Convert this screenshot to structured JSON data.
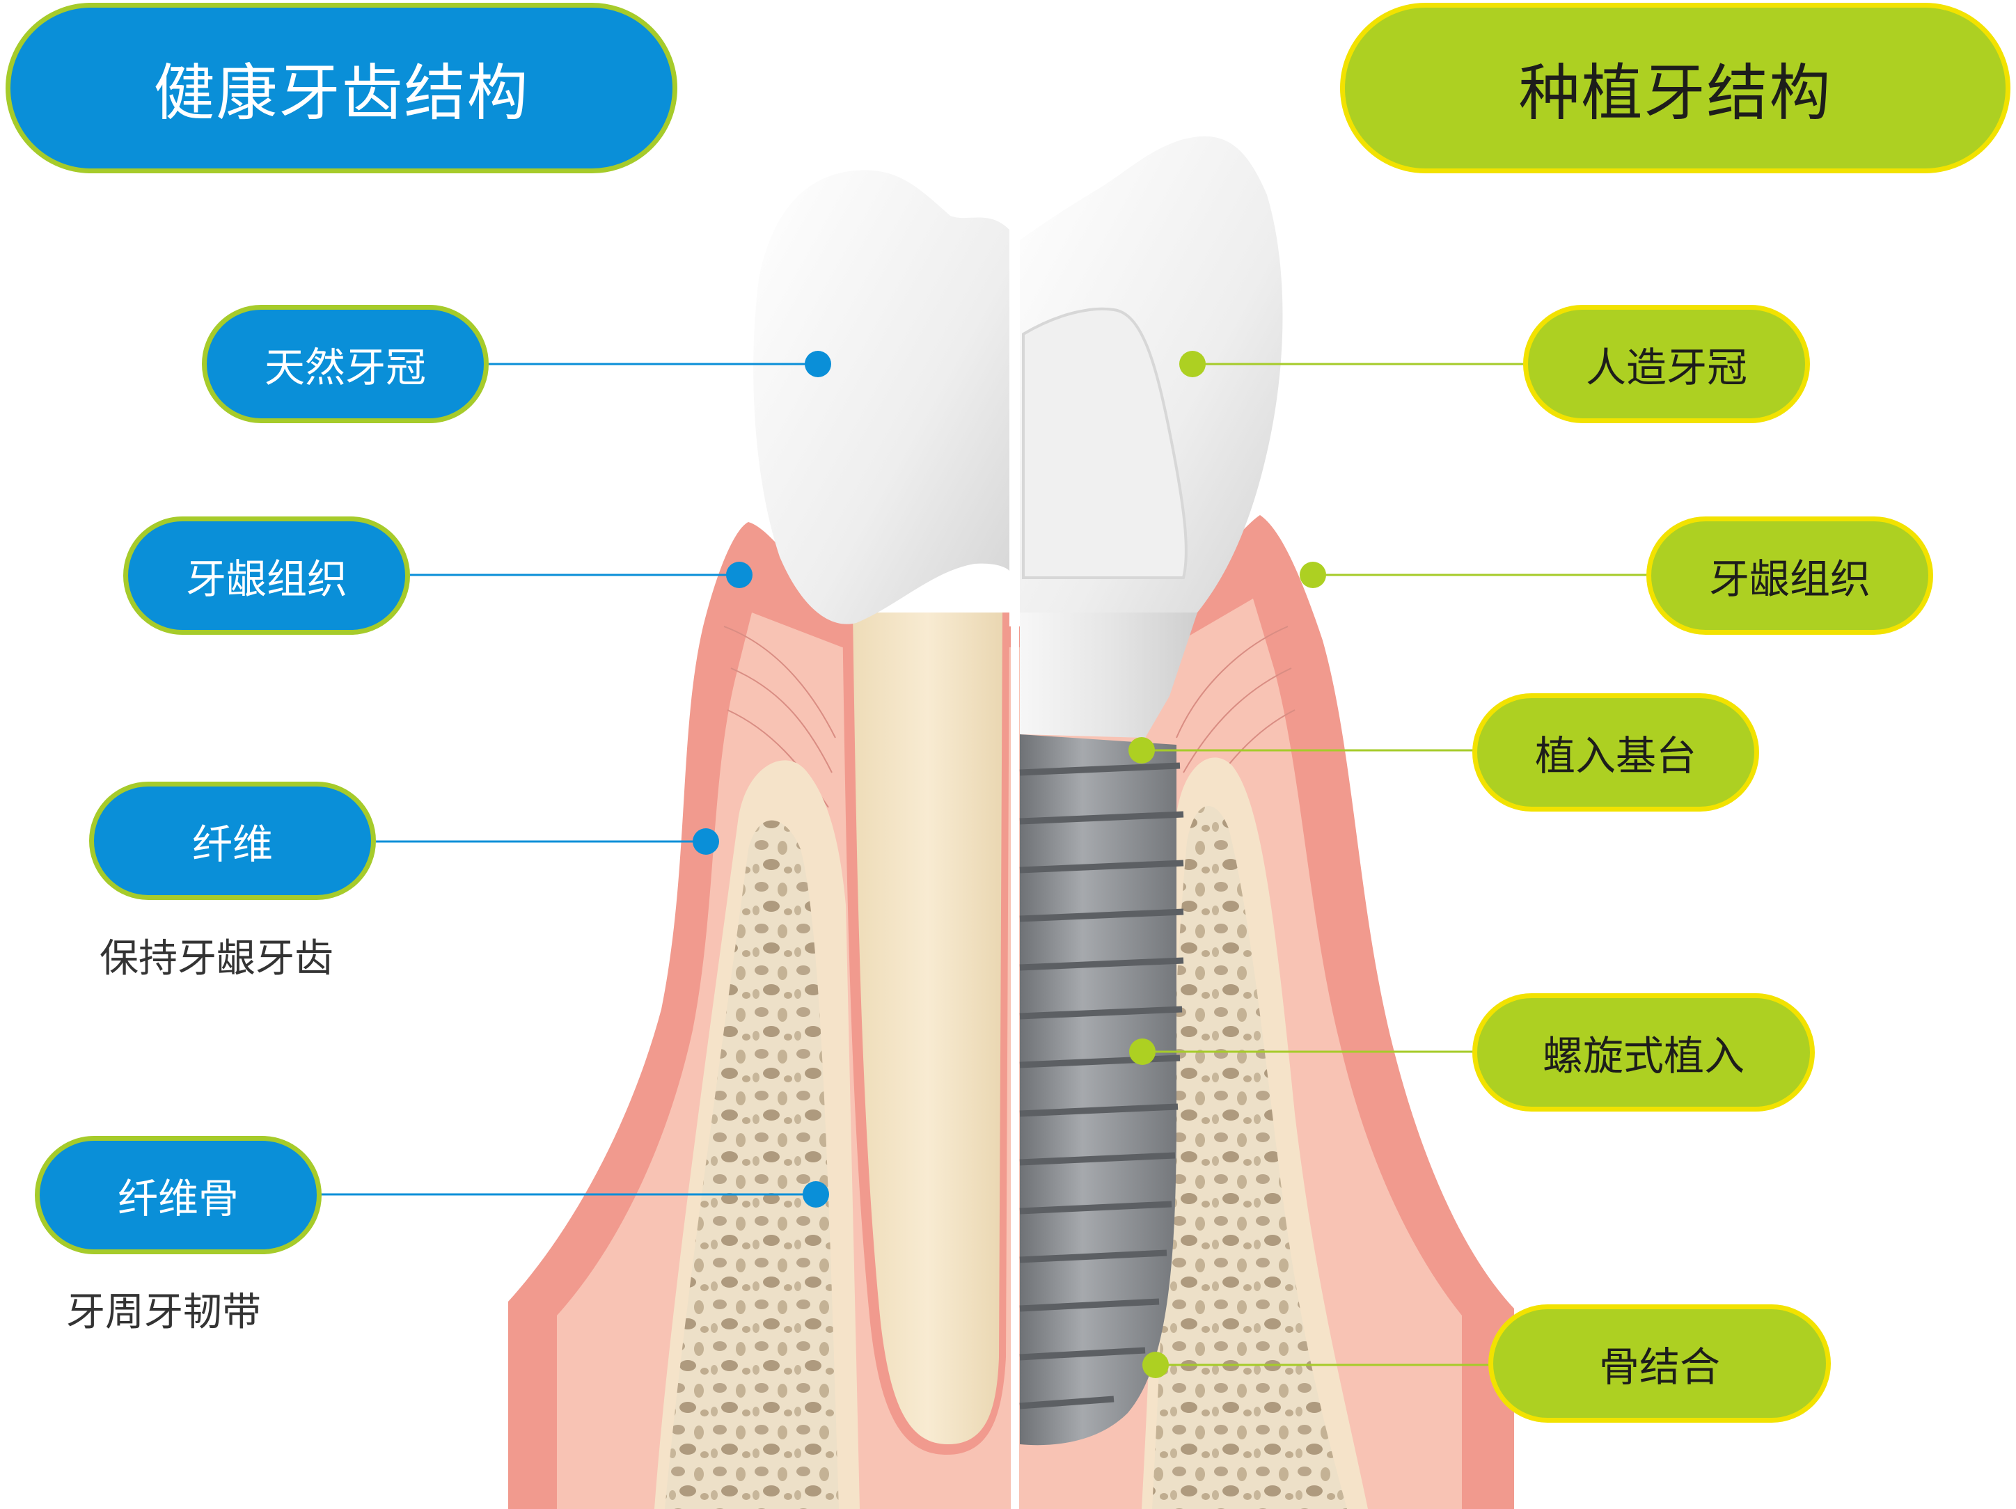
{
  "titles": {
    "left": "健康牙齿结构",
    "right": "种植牙结构"
  },
  "left_labels": {
    "crown": "天然牙冠",
    "gum": "牙龈组织",
    "fiber": "纤维",
    "fiber_note": "保持牙龈牙齿",
    "fiber_bone": "纤维骨",
    "fiber_bone_note": "牙周牙韧带"
  },
  "right_labels": {
    "crown": "人造牙冠",
    "gum": "牙龈组织",
    "abutment": "植入基台",
    "screw": "螺旋式植入",
    "osseo": "骨结合"
  },
  "colors": {
    "blue": "#0a8fd8",
    "green": "#add022",
    "green_border": "#f2e200",
    "gum": "#f19a8e",
    "gum_inner": "#f8c3b4",
    "bone": "#f5e3c9",
    "implant": "#8b8e92"
  }
}
